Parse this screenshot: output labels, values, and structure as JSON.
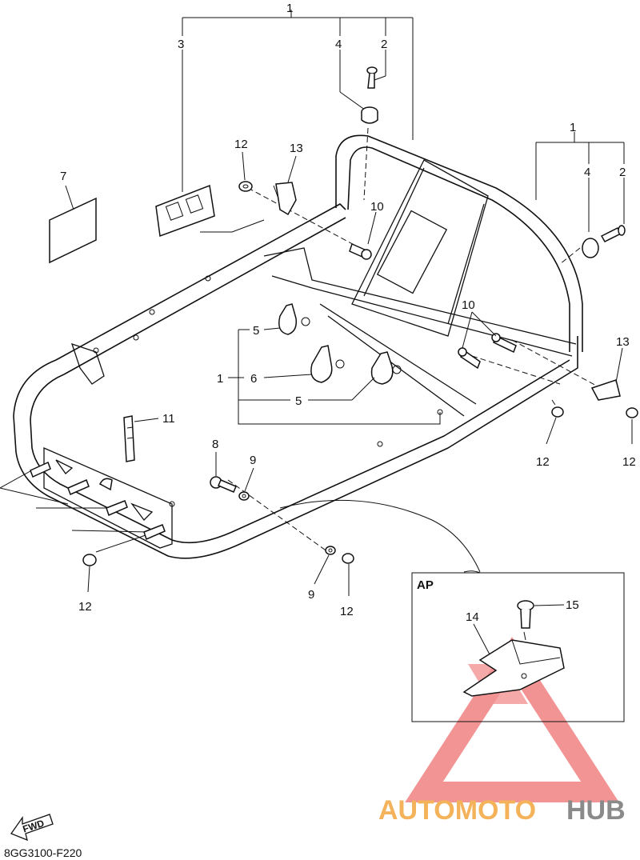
{
  "callouts": {
    "c1_top": "1",
    "c2_top": "2",
    "c3": "3",
    "c4_top": "4",
    "c1_right": "1",
    "c4_right": "4",
    "c2_right": "2",
    "c12_a": "12",
    "c13_a": "13",
    "c7": "7",
    "c10_a": "10",
    "c10_b": "10",
    "c13_b": "13",
    "c5_a": "5",
    "c6": "6",
    "c1_left": "1",
    "c5_b": "5",
    "c11": "11",
    "c8": "8",
    "c9_a": "9",
    "c12_b": "12",
    "c12_c": "12",
    "c12_d": "12",
    "c9_b": "9",
    "c12_e": "12",
    "c15": "15",
    "c14": "14"
  },
  "inset": {
    "label": "AP"
  },
  "drawing_code": "8GG3100-F220",
  "fwd_label": "FWD",
  "watermark": {
    "part1": "AUTOMOTO",
    "part2": "HUB",
    "color1": "#f4b35a",
    "color2": "#8a8a8a",
    "logo_color": "#e83c3c"
  }
}
